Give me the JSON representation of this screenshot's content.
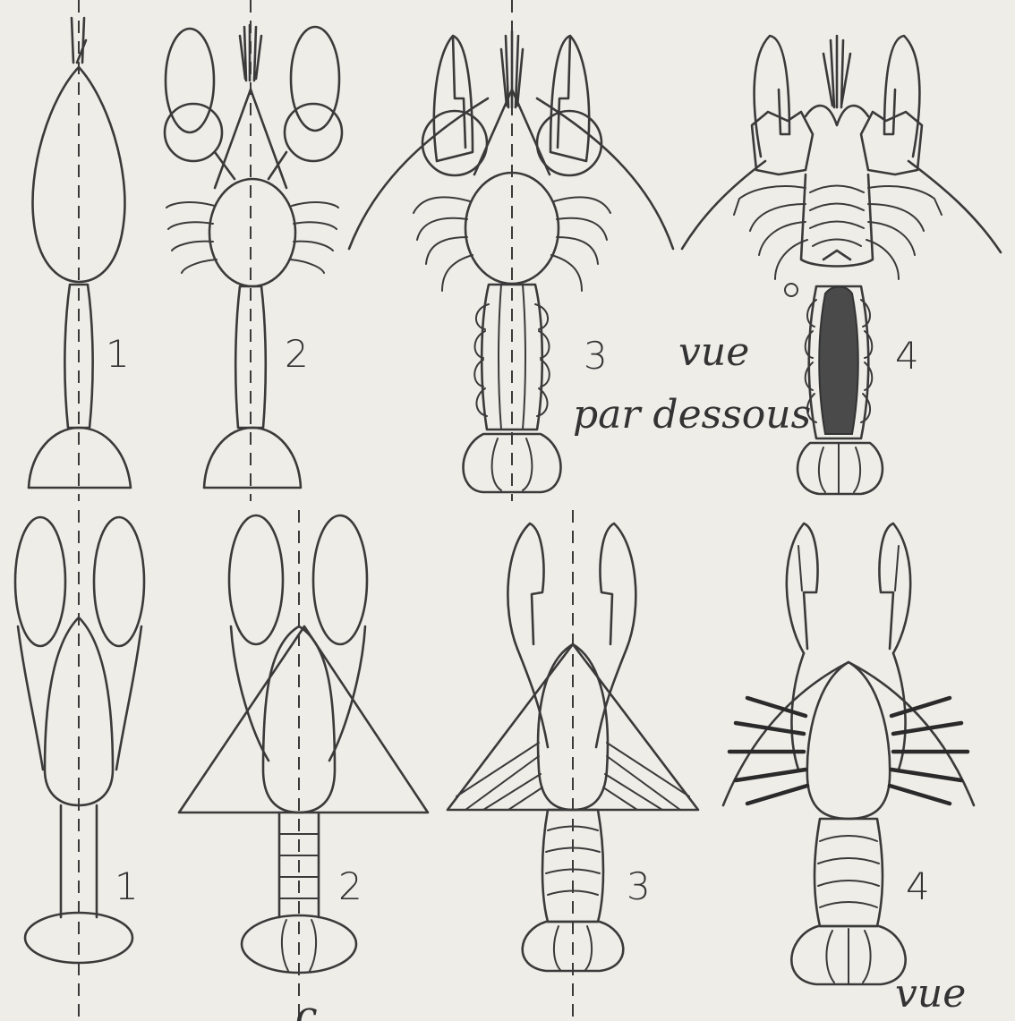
{
  "top_row": {
    "labels": [
      "1",
      "2",
      "3",
      "4"
    ],
    "caption_line1": "vue",
    "caption_line2": "par dessous"
  },
  "bottom_row": {
    "labels": [
      "1",
      "2",
      "3",
      "4"
    ],
    "caption": "vue"
  },
  "bottom_fragment": "c..."
}
